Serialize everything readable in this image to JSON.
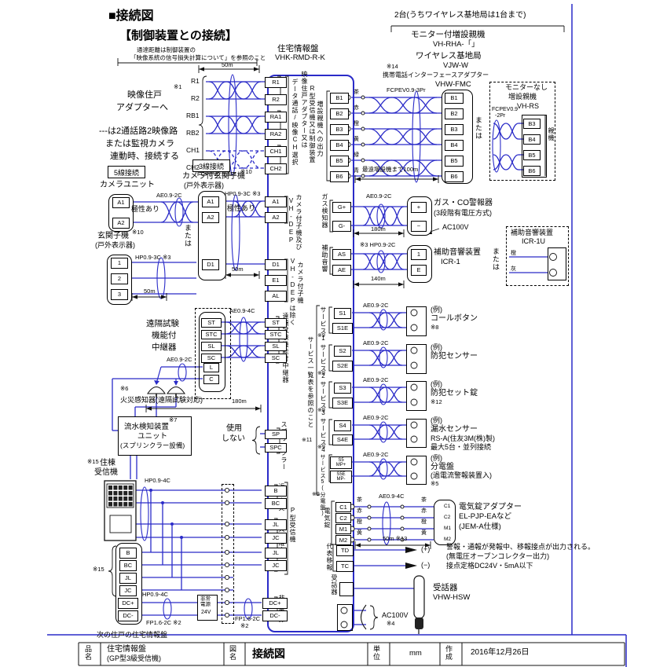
{
  "t": {
    "title": "■接続図",
    "subtitle": "【制御装置との接続】",
    "note_dist1": "通達距離は制御装置の",
    "note_dist2": "「映像系統の信号損失計算について」を参照のこと",
    "d50": "50m",
    "panel1": "住宅情報盤",
    "panel2": "VHK-RMD-R-K",
    "ref1": "※1",
    "vid1": "映像住戸",
    "vid2": "アダプターへ",
    "dashnote1": "---は2通話路2映像路",
    "dashnote2": "または監視カメラ",
    "dashnote3": "連動時、接続する",
    "fcpev3": "FCPEV0.9-3Pr",
    "conn5": "5線接続",
    "camunit": "カメラユニット",
    "ae2c": "AE0.9-2C",
    "pol": "極性あり",
    "conn3": "3線接続",
    "camdoor": "カメラ付玄関子機",
    "ref10": "※10",
    "outdoor": "(戸外表示器)",
    "hp3c": "HP0.9-3C ※3",
    "or": "または",
    "door": "玄関子機",
    "relay1": "遠隔試験",
    "relay2": "機能付",
    "relay3": "中継器",
    "ae4c": "AE0.9-4C",
    "ref6": "※6",
    "firedet": "火災感知器(遠隔試験対応)",
    "d180": "180m",
    "ref7": "※7",
    "water1": "流水検知装置",
    "water2": "ユニット",
    "water3": "(スプリンクラー設備)",
    "use1": "使用",
    "use2": "しない",
    "ref15": "※15",
    "bldg1": "住棟",
    "bldg2": "受信機",
    "hp4c": "HP0.9-4C",
    "nextpanel": "次の住戸の住宅情報盤",
    "em1": "非常",
    "em2": "電源",
    "em3": "24V",
    "fp2": "FP1.6-2C ※2",
    "fp2a": "FP1.6-2C",
    "ref2": "※2",
    "units2": "2台(うちワイヤレス基地局は1台まで)",
    "exp1": "モニター付増設親機",
    "exp2": "VH-RHA-「」",
    "exp3": "ワイヤレス基地局",
    "exp4": "VJW-W",
    "ref14": "※14",
    "exp5": "携帯電話インターフェースアダプター",
    "exp6": "VHW-FMC",
    "d100": "最遠増設機まで100m",
    "nomon1": "モニターなし",
    "nomon2": "増設親機",
    "nomon3": "VH-RS",
    "fcpev2a": "FCPEV0.9",
    "fcpev2b": "-2Pr",
    "gas1": "ガス・CO警報器",
    "gas2": "(3段階有電圧方式)",
    "ac100": "AC100V",
    "aux1": "補助音響装置",
    "aux2": "ICR-1",
    "aux3": "ICR-1U",
    "hp2c": "※3 HP0.9-2C",
    "d140": "140m",
    "c_brown": "茶",
    "c_red": "赤",
    "c_orange": "橙",
    "c_yellow": "黄",
    "c_green": "緑",
    "c_blue": "青",
    "c_gray": "灰",
    "ex": "(例)",
    "ex1": "コールボタン",
    "ref8": "※8",
    "ex2": "防犯センサー",
    "ex3": "防犯セット錠",
    "ref12": "※12",
    "ex4a": "漏水センサー",
    "ex4b": "RS-A(住友3M(株)製)",
    "ex4c": "最大5台・並列接続",
    "ex5a": "分電盤",
    "ex5b": "(過電流警報装置入)",
    "ref5": "※5",
    "ref9": "※9",
    "ref11": "※11",
    "elock1": "電気錠アダプター",
    "elock2": "EL-PJP-EAなど",
    "elock3": "(JEM-A仕様)",
    "d50_13": "50m ※13",
    "plus": "(+)",
    "minus": "(−)",
    "td1": "警報・通報が発報中、移報接点が出力される。",
    "td2": "(無電圧オープンコレクター出力)",
    "td3": "接点定格DC24V・5mA以下",
    "hand1": "受話器",
    "hand2": "VHW-HSW",
    "ref4": "※4"
  },
  "v": {
    "videoin": "データ通話/映像CH選択",
    "videoout1": "映像住戸アダプター又は",
    "videoout2": "R型受信機又は制御装置",
    "expout": "増設親機への出力",
    "oya": "親機",
    "vhdep": "VH-DEP",
    "camand": "カメラ付子機及び",
    "vhdepex": "VH-DEPは除く",
    "cam2": "カメラ付子機",
    "relay": "遠隔試験機能付中継器",
    "spk": "スプリンクラー",
    "gas": "ガス検知器",
    "aux": "補助音響",
    "svc1": "サービス1",
    "svc2": "サービス2",
    "svc3": "サービス3",
    "svc4": "サービス4",
    "svc5": "サービス5(分電盤)",
    "svcall": "サービス一覧表を参照のこと",
    "elock": "電気錠",
    "transfer": "代表移報",
    "handset": "受話器",
    "kinrin": "近隣火災",
    "kakutei": "火災確定",
    "ptype": "P型受信機",
    "hijo": "非常電源"
  },
  "term": {
    "R1": "R1",
    "R2": "R2",
    "RB1": "RB1",
    "RB2": "RB2",
    "CH1": "CH1",
    "CH2": "CH2",
    "RA1": "RA1",
    "RA2": "RA2",
    "A1": "A1",
    "A2": "A2",
    "D1": "D1",
    "E1": "E1",
    "AL": "AL",
    "n1": "1",
    "n2": "2",
    "n3": "3",
    "ST": "ST",
    "STC": "STC",
    "SL": "SL",
    "SC": "SC",
    "L": "L",
    "C": "C",
    "SP": "SP",
    "SPC": "SPC",
    "B": "B",
    "BC": "BC",
    "JL": "JL",
    "JC": "JC",
    "DCP": "DC+",
    "DCM": "DC-",
    "B1": "B1",
    "B2": "B2",
    "B3": "B3",
    "B4": "B4",
    "B5": "B5",
    "B6": "B6",
    "GP": "G+",
    "GM": "G-",
    "AS": "AS",
    "AE": "AE",
    "plus": "+",
    "minus": "−",
    "one": "1",
    "E": "E",
    "S1": "S1",
    "S1E": "S1E",
    "S2": "S2",
    "S2E": "S2E",
    "S3": "S3",
    "S3E": "S3E",
    "S4": "S4",
    "S4E": "S4E",
    "S5a": "S5",
    "S5b": "MP+",
    "S5Ea": "S5E",
    "S5Eb": "MP-",
    "C1": "C1",
    "C2": "C2",
    "M1": "M1",
    "M2": "M2",
    "TD": "TD",
    "TC": "TC"
  },
  "tb": {
    "c1": "品名",
    "v1a": "住宅情報盤",
    "v1b": "(GP型3級受信機)",
    "c2": "図名",
    "v2": "接続図",
    "c3": "単位",
    "v3": "mm",
    "c4": "作成",
    "v4": "2016年12月26日"
  }
}
